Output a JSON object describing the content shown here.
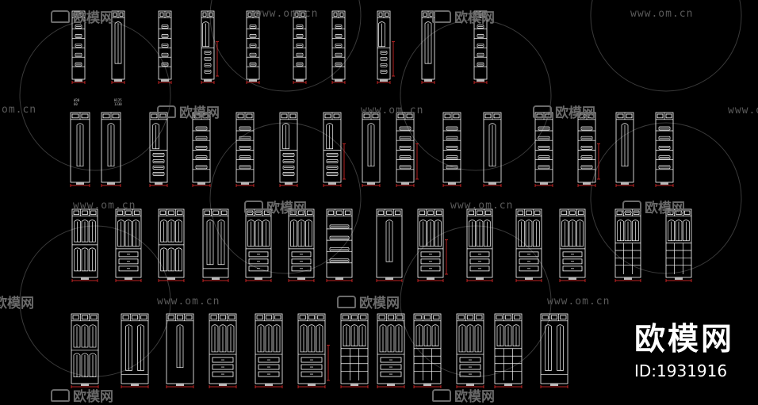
{
  "brand": {
    "name": "欧模网",
    "id_text": "ID:1931916"
  },
  "watermark": {
    "logo_text": "欧模网",
    "url_text": "www.om.cn",
    "url_short": "om.cn",
    "logo_partial": "欧模网"
  },
  "row2_labels": [
    "W30\n60",
    "H125\n1330"
  ],
  "colors": {
    "background": "#000000",
    "lines": "#ffffff",
    "dims": "#ff3030",
    "watermark": "#5a5a5a"
  }
}
